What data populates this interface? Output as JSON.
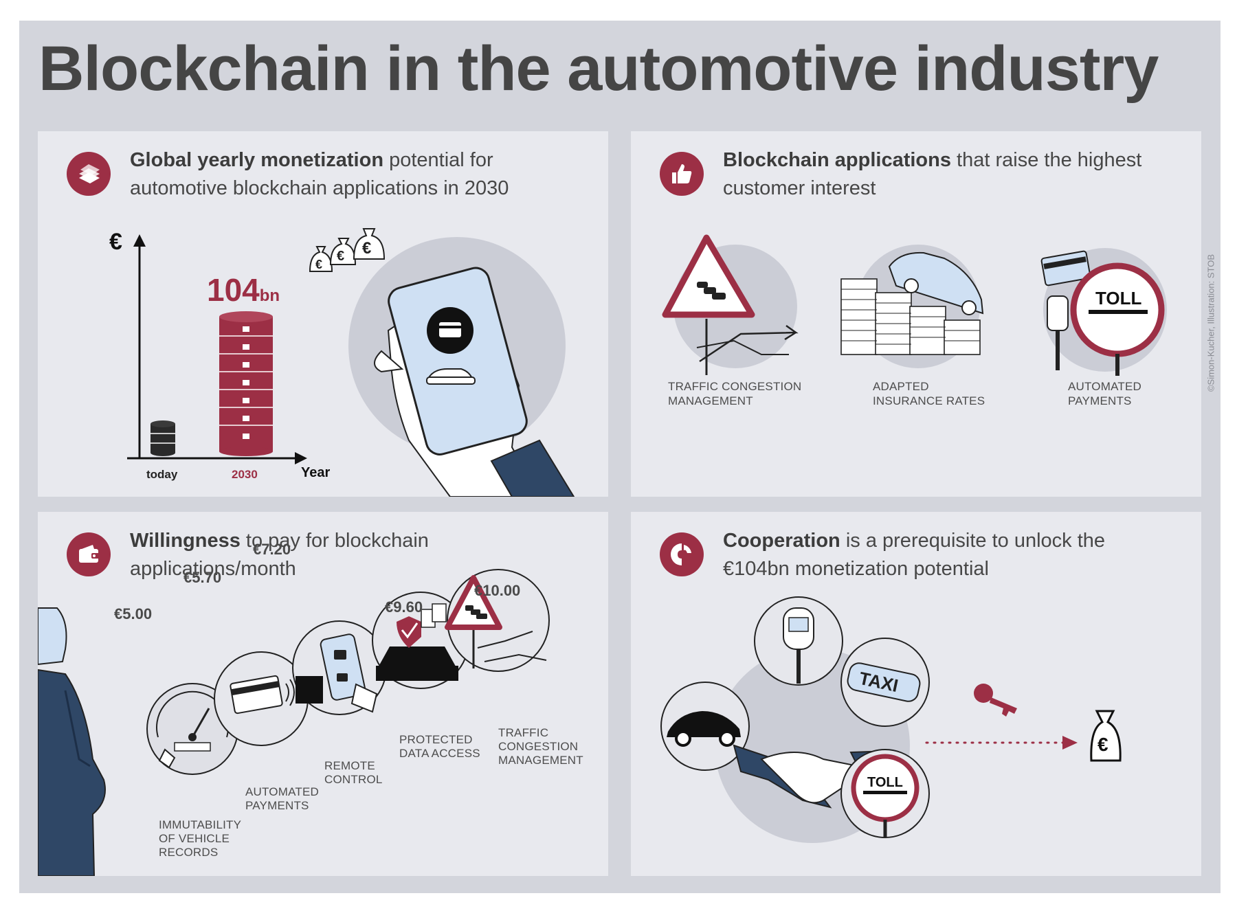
{
  "title": "Blockchain in the automotive industry",
  "credit": "©Simon-Kucher, Illustration: STOB",
  "colors": {
    "accent": "#9c2f45",
    "panel": "#e8e9ee",
    "background": "#d3d5dc",
    "navy": "#2f4766",
    "light_blue": "#cfe0f3"
  },
  "panel1": {
    "title_bold": "Global yearly monetization",
    "title_rest": " potential for automotive blockchain applications in 2030",
    "icon": "money-stack-icon",
    "chart": {
      "y_symbol": "€",
      "value_number": "104",
      "value_unit": "bn",
      "cat_today": "today",
      "cat_2030": "2030",
      "x_label": "Year"
    }
  },
  "panel2": {
    "title_bold": "Blockchain applications",
    "title_rest": " that raise the highest customer interest",
    "icon": "thumbs-up-icon",
    "items": [
      {
        "label_line1": "TRAFFIC CONGESTION",
        "label_line2": "MANAGEMENT",
        "icon": "traffic-sign-icon"
      },
      {
        "label_line1": "ADAPTED",
        "label_line2": "INSURANCE RATES",
        "icon": "coins-car-icon"
      },
      {
        "label_line1": "AUTOMATED",
        "label_line2": "PAYMENTS",
        "icon": "toll-sign-icon"
      }
    ],
    "toll_text": "TOLL"
  },
  "panel3": {
    "title_bold": "Willingness",
    "title_rest": " to pay for blockchain applications/month",
    "icon": "wallet-icon",
    "items": [
      {
        "price": "€5.00",
        "l1": "IMMUTABILITY",
        "l2": "OF VEHICLE",
        "l3": "RECORDS"
      },
      {
        "price": "€5.70",
        "l1": "AUTOMATED",
        "l2": "PAYMENTS",
        "l3": ""
      },
      {
        "price": "€7.20",
        "l1": "REMOTE",
        "l2": "CONTROL",
        "l3": ""
      },
      {
        "price": "€9.60",
        "l1": "PROTECTED",
        "l2": "DATA ACCESS",
        "l3": ""
      },
      {
        "price": "€10.00",
        "l1": "TRAFFIC",
        "l2": "CONGESTION",
        "l3": "MANAGEMENT"
      }
    ]
  },
  "panel4": {
    "title_bold": "Cooperation",
    "title_rest": " is a prerequisite to unlock the €104bn monetization potential",
    "icon": "puzzle-icon",
    "taxi_text": "TAXI",
    "toll_text": "TOLL",
    "money_symbol": "€"
  }
}
